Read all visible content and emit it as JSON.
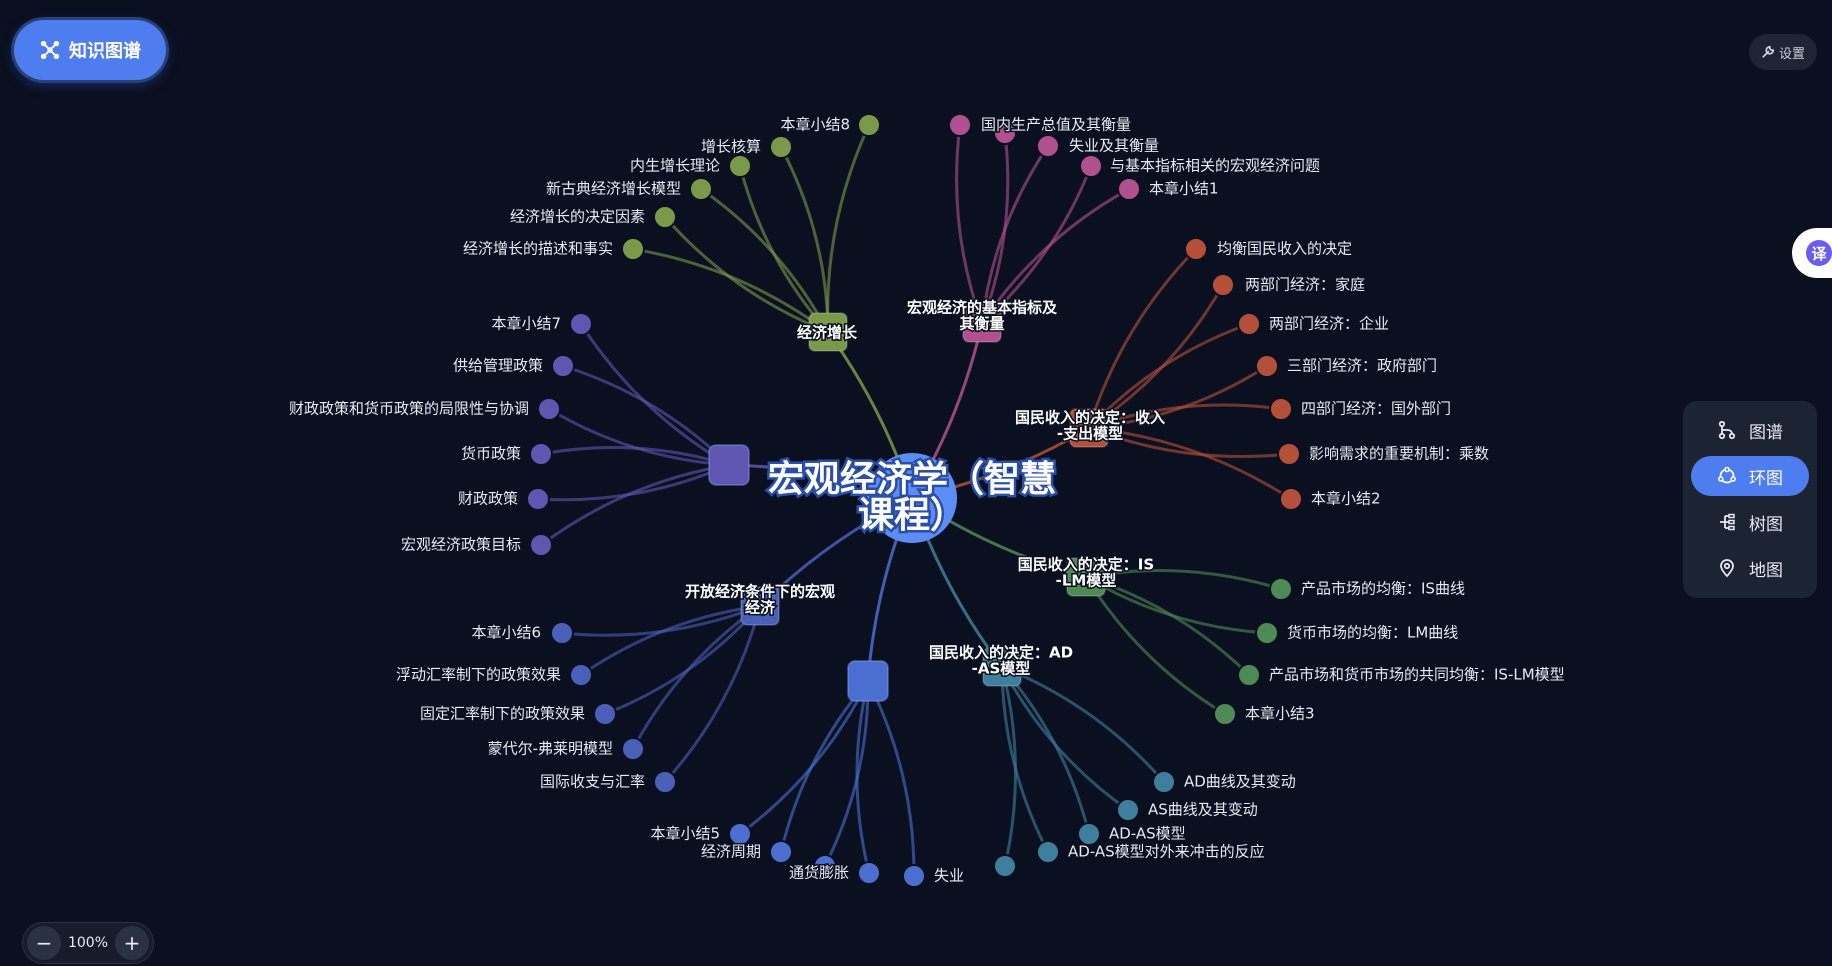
{
  "toolbar": {
    "kg_label": "知识图谱",
    "settings_label": "设置",
    "translate_label": "译"
  },
  "view_panel": [
    {
      "label": "图谱",
      "icon": "graph-icon",
      "active": false
    },
    {
      "label": "环图",
      "icon": "ring-icon",
      "active": true
    },
    {
      "label": "树图",
      "icon": "tree-icon",
      "active": false
    },
    {
      "label": "地图",
      "icon": "map-pin-icon",
      "active": false
    }
  ],
  "zoom": {
    "level": "100%",
    "minus": "−",
    "plus": "+"
  },
  "graph": {
    "center": {
      "lines": [
        "宏观经济学（智慧",
        "课程）"
      ],
      "color": "#5b8df5"
    },
    "chapters": [
      {
        "lines": [
          "经济增长"
        ],
        "color": "#7a9a4a",
        "children": [
          "本章小结8",
          "增长核算",
          "内生增长理论",
          "新古典经济增长模型",
          "经济增长的决定因素",
          "经济增长的描述和事实"
        ]
      },
      {
        "lines": [
          "宏观经济的基本指标及",
          "其衡量"
        ],
        "color": "#b0508f",
        "children": [
          "国内生产总值及其衡量",
          "",
          "失业及其衡量",
          "与基本指标相关的宏观经济问题",
          "本章小结1"
        ]
      },
      {
        "lines": [
          "国民收入的决定：收入",
          "-支出模型"
        ],
        "color": "#b4503a",
        "children": [
          "均衡国民收入的决定",
          "两部门经济：家庭",
          "两部门经济：企业",
          "三部门经济：政府部门",
          "四部门经济：国外部门",
          "影响需求的重要机制：乘数",
          "本章小结2"
        ]
      },
      {
        "lines": [
          "国民收入的决定：IS",
          "-LM模型"
        ],
        "color": "#4f8a55",
        "children": [
          "产品市场的均衡：IS曲线",
          "货币市场的均衡：LM曲线",
          "产品市场和货币市场的共同均衡：IS-LM模型",
          "本章小结3"
        ]
      },
      {
        "lines": [
          "国民收入的决定：AD",
          "-AS模型"
        ],
        "color": "#3f7f9e",
        "children": [
          "AD曲线及其变动",
          "AS曲线及其变动",
          "AD-AS模型",
          "AD-AS模型对外来冲击的反应",
          ""
        ]
      },
      {
        "lines": [],
        "color": "#4a6fd0",
        "children": [
          "失业",
          "通货膨胀",
          "",
          "经济周期",
          "本章小结5"
        ]
      },
      {
        "lines": [
          "开放经济条件下的宏观",
          "经济"
        ],
        "color": "#4a5fb8",
        "children": [
          "本章小结6",
          "浮动汇率制下的政策效果",
          "固定汇率制下的政策效果",
          "蒙代尔-弗莱明模型",
          "国际收支与汇率"
        ]
      },
      {
        "lines": [],
        "color": "#5e56b0",
        "children": [
          "本章小结7",
          "供给管理政策",
          "财政政策和货币政策的局限性与协调",
          "货币政策",
          "财政政策",
          "宏观经济政策目标"
        ]
      }
    ]
  }
}
